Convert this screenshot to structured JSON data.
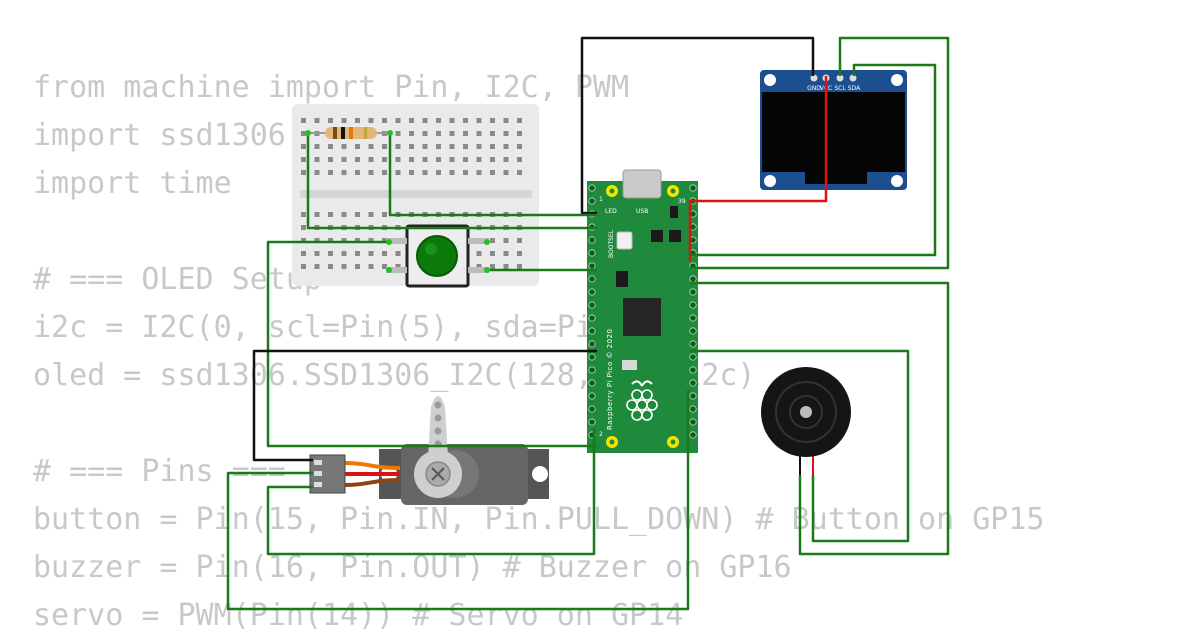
{
  "code_lines": [
    "from machine import Pin, I2C, PWM",
    "import ssd1306",
    "import time",
    "",
    "# === OLED Setup",
    "i2c = I2C(0, scl=Pin(5), sda=Pin(4))",
    "oled = ssd1306.SSD1306_I2C(128, 64, i2c)",
    "",
    "# === Pins ===",
    "button = Pin(15, Pin.IN, Pin.PULL_DOWN) # Button on GP15",
    "buzzer = Pin(16, Pin.OUT) # Buzzer on GP16",
    "servo = PWM(Pin(14)) # Servo on GP14"
  ],
  "oled": {
    "pins": [
      "GND",
      "VCC",
      "SCL",
      "SDA"
    ]
  },
  "pico": {
    "usb_label": "USB",
    "led_label": "LED",
    "bootsel_label": "BOOTSEL",
    "board_label": "Raspberry Pi Pico © 2020",
    "pin1_label": "1",
    "pin2_label": "2",
    "pin39_label": "39"
  },
  "colors": {
    "wire_green": "#1a7a1a",
    "wire_black": "#111111",
    "wire_red": "#dd1111",
    "pico_board": "#1f8a3c",
    "oled_board": "#1b4f8f",
    "code_text": "#c8c8c8"
  }
}
